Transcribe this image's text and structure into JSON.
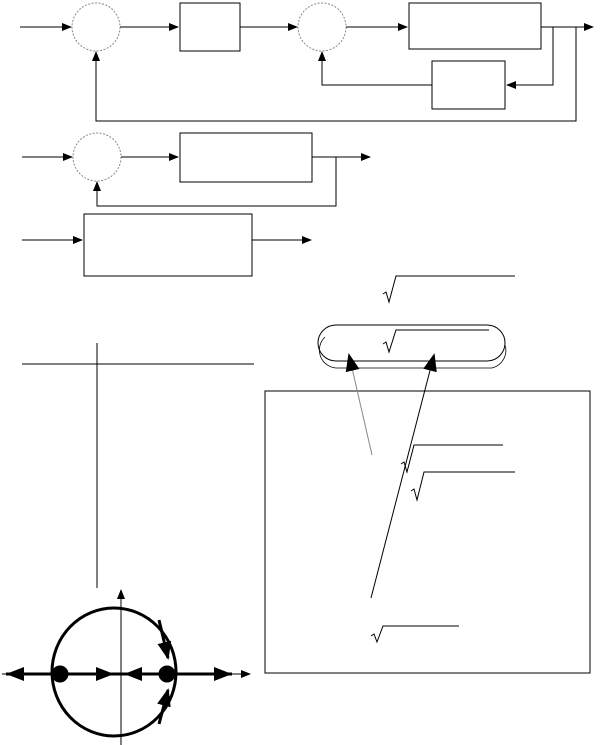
{
  "page": {
    "background": "#ffffff",
    "ink": "#000000",
    "soft_ink": "#888888"
  },
  "diagram": {
    "description_of_content": "",
    "block_diagrams": [
      {
        "id": "top",
        "blocks": 3,
        "summing_junctions": 2,
        "feedback_loops": 2
      },
      {
        "id": "middle",
        "blocks": 1,
        "summing_junctions": 1,
        "feedback_loops": 1
      },
      {
        "id": "bottom",
        "blocks": 1,
        "summing_junctions": 0,
        "feedback_loops": 0
      }
    ],
    "table": {
      "columns": 2
    },
    "root_locus": {
      "poles": 2,
      "break_points": 2
    },
    "formula_panel": {
      "radical_signs": 5
    }
  }
}
